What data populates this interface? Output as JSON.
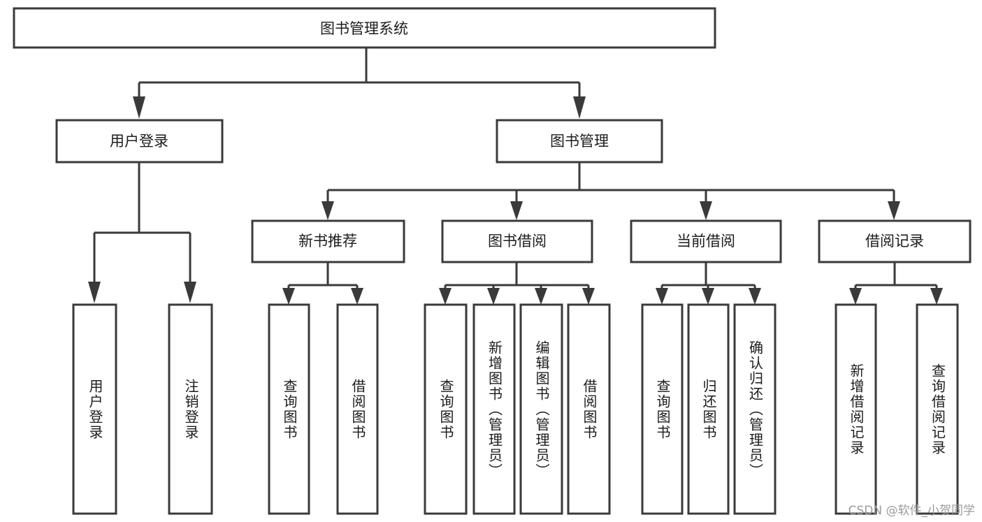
{
  "diagram": {
    "title": "图书管理系统",
    "type": "tree-hierarchy-chart",
    "watermark": "CSDN @软件_小贺同学",
    "colors": {
      "box_stroke": "#3a3a3a",
      "box_fill": "#ffffff",
      "text": "#1c1c1c",
      "connector": "#3a3a3a",
      "watermark": "#9b9b9b",
      "background": "#ffffff"
    },
    "root": {
      "label": "图书管理系统"
    },
    "level2": [
      {
        "label": "用户登录"
      },
      {
        "label": "图书管理"
      }
    ],
    "level3": [
      {
        "label": "新书推荐"
      },
      {
        "label": "图书借阅"
      },
      {
        "label": "当前借阅"
      },
      {
        "label": "借阅记录"
      }
    ],
    "leaves": {
      "user_login": [
        {
          "label": "用户登录"
        },
        {
          "label": "注销登录"
        }
      ],
      "new_book_rec": [
        {
          "label": "查询图书"
        },
        {
          "label": "借阅图书"
        }
      ],
      "book_borrow": [
        {
          "label": "查询图书"
        },
        {
          "label": "新增图书（管理员）"
        },
        {
          "label": "编辑图书（管理员）"
        },
        {
          "label": "借阅图书"
        }
      ],
      "current_borrow": [
        {
          "label": "查询图书"
        },
        {
          "label": "归还图书"
        },
        {
          "label": "确认归还（管理员）"
        }
      ],
      "borrow_record": [
        {
          "label": "新增借阅记录"
        },
        {
          "label": "查询借阅记录"
        }
      ]
    }
  },
  "chart_data": {
    "type": "table",
    "title": "图书管理系统",
    "xlabel": "",
    "ylabel": "",
    "categories": [
      "用户登录",
      "图书管理"
    ],
    "series": [
      {
        "name": "用户登录",
        "values": [
          "用户登录",
          "注销登录"
        ]
      },
      {
        "name": "新书推荐",
        "values": [
          "查询图书",
          "借阅图书"
        ]
      },
      {
        "name": "图书借阅",
        "values": [
          "查询图书",
          "新增图书（管理员）",
          "编辑图书（管理员）",
          "借阅图书"
        ]
      },
      {
        "name": "当前借阅",
        "values": [
          "查询图书",
          "归还图书",
          "确认归还（管理员）"
        ]
      },
      {
        "name": "借阅记录",
        "values": [
          "新增借阅记录",
          "查询借阅记录"
        ]
      }
    ]
  }
}
